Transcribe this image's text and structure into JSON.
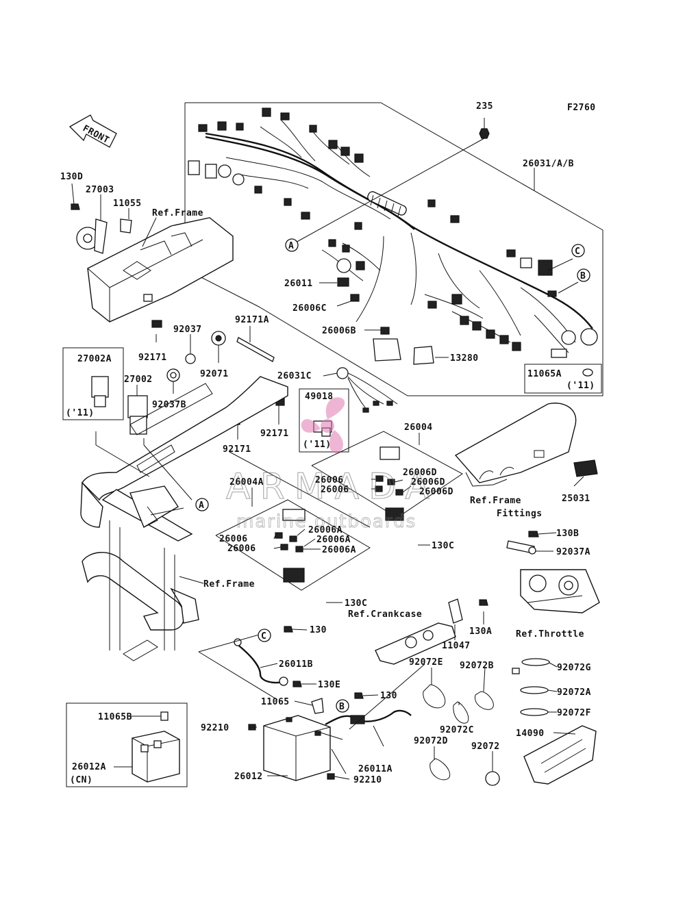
{
  "figure_code": "F2760",
  "front_arrow": "FRONT",
  "watermark": {
    "brand": "ARMADA",
    "tagline": "marine outboards",
    "logo_color": "#e07ab0"
  },
  "callouts": {
    "a": "A",
    "b": "B",
    "c": "C"
  },
  "labels": {
    "p235": "235",
    "p26031ab": "26031/A/B",
    "p130d": "130D",
    "p27003": "27003",
    "p11055": "11055",
    "ref_frame_1": "Ref.Frame",
    "p26011": "26011",
    "p26006c": "26006C",
    "p26006b": "26006B",
    "p13280": "13280",
    "p11065a": "11065A",
    "y11_a": "('11)",
    "p92037": "92037",
    "p92171a": "92171A",
    "p92171_1": "92171",
    "p92071": "92071",
    "p27002a": "27002A",
    "y11_b": "('11)",
    "p27002": "27002",
    "p92037b": "92037B",
    "p26031c": "26031C",
    "p49018": "49018",
    "y11_c": "('11)",
    "p92171_2": "92171",
    "p92171_3": "92171",
    "p26004": "26004",
    "p26006_1": "26006",
    "p26006_2": "26006",
    "p26006d_1": "26006D",
    "p26006d_2": "26006D",
    "p26006d_3": "26006D",
    "ref_frame_fittings_1": "Ref.Frame",
    "ref_frame_fittings_2": "Fittings",
    "p25031": "25031",
    "p26004a": "26004A",
    "p26006a_1": "26006A",
    "p26006_3": "26006",
    "p26006a_2": "26006A",
    "p26006_4": "26006",
    "p26006a_3": "26006A",
    "p130c_1": "130C",
    "p130b": "130B",
    "p92037a": "92037A",
    "ref_frame_2": "Ref.Frame",
    "p130c_2": "130C",
    "ref_crankcase": "Ref.Crankcase",
    "p11047": "11047",
    "p130a": "130A",
    "ref_throttle": "Ref.Throttle",
    "p130_1": "130",
    "p26011b": "26011B",
    "p130e": "130E",
    "p92072e": "92072E",
    "p92072b": "92072B",
    "p92072g": "92072G",
    "p11065": "11065",
    "p130_2": "130",
    "p92072a": "92072A",
    "p92072f": "92072F",
    "p11065b": "11065B",
    "p92210_1": "92210",
    "p92072c": "92072C",
    "p26012a": "26012A",
    "p26011a": "26011A",
    "p92072d": "92072D",
    "p92072": "92072",
    "p14090": "14090",
    "cn": "(CN)",
    "p26012": "26012",
    "p92210_2": "92210"
  }
}
